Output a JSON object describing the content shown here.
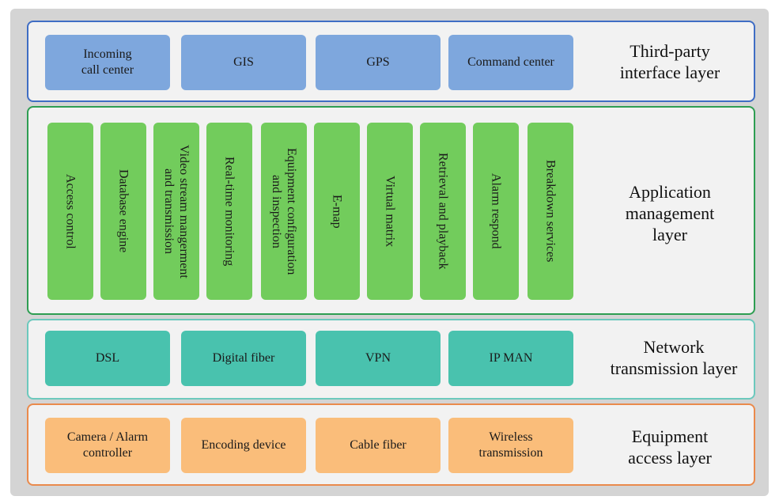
{
  "layers": {
    "third_party": {
      "label": "Third-party\ninterface layer",
      "items": [
        "Incoming\ncall center",
        "GIS",
        "GPS",
        "Command center"
      ]
    },
    "application": {
      "label": "Application\nmanagement\nlayer",
      "items": [
        "Access control",
        "Database engine",
        "Video stream mangerment\nand transmission",
        "Real-time monitoring",
        "Equipment configuration\nand inspection",
        "E-map",
        "Virtual matrix",
        "Retrieval and playback",
        "Alarm respond",
        "Breakdown services"
      ]
    },
    "network": {
      "label": "Network\ntransmission layer",
      "items": [
        "DSL",
        "Digital fiber",
        "VPN",
        "IP MAN"
      ]
    },
    "equipment": {
      "label": "Equipment\naccess layer",
      "items": [
        "Camera / Alarm\ncontroller",
        "Encoding device",
        "Cable fiber",
        "Wireless\ntransmission"
      ]
    }
  },
  "colors": {
    "third_party_border": "#3f6dc4",
    "third_party_box": "#7ea7dd",
    "application_border": "#2e9e52",
    "application_box": "#72cc5c",
    "network_border": "#6cc9bd",
    "network_box": "#49c2ae",
    "equipment_border": "#ea8a4c",
    "equipment_box": "#fabd7a"
  }
}
